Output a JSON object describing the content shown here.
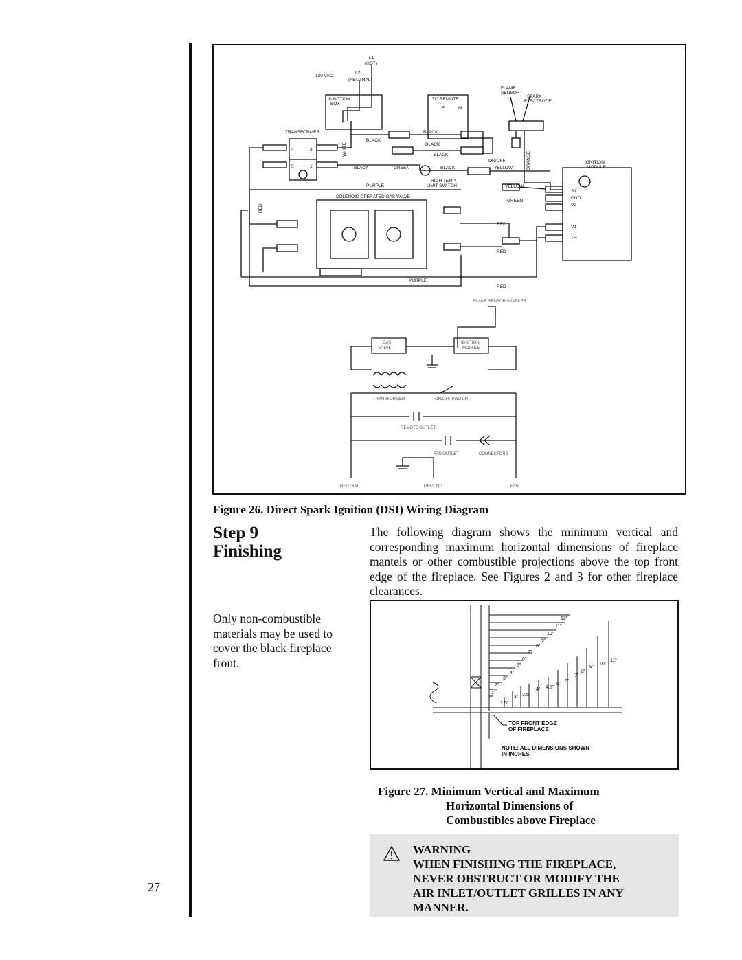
{
  "page_number": "27",
  "figure26": {
    "caption": "Figure 26. Direct Spark Ignition (DSI) Wiring Diagram",
    "labels": {
      "l1": "L1",
      "hot": "(HOT)",
      "vac": "120 VAC",
      "l2": "L2",
      "neutral": "(NEUTRAL)",
      "junction_box": "JUNCTION",
      "junction_box2": "BOX",
      "to_remote": "TO REMOTE",
      "f": "F",
      "m": "M",
      "flame_sensor": "FLAME",
      "flame_sensor2": "SENSOR",
      "spark_electrode": "SPARK",
      "spark_electrode2": "ELECTRODE",
      "transformer": "TRANSFORMER",
      "black": "BLACK",
      "white": "WHITE",
      "on_off": "ON/OFF",
      "yellow": "YELLOW",
      "orange": "ORANGE",
      "ignition_module": "IGNITION",
      "ignition_module2": "MODULE",
      "green": "GREEN",
      "high_temp": "HIGH TEMP",
      "limit_switch": "LIMIT SWITCH",
      "purple": "PURPLE",
      "red": "RED",
      "solenoid": "SOLENOID OPERATED GAS VALVE",
      "s1": "S1",
      "gnd": "GND",
      "v2": "V2",
      "v1": "V1",
      "th": "TH",
      "n4": "4",
      "n3": "3",
      "n5": "5",
      "n1": "1"
    },
    "schematic": {
      "flame_sensor_sparker": "FLAME SENSOR/SPARKER",
      "gas_valve": "GAS",
      "gas_valve2": "VALVE",
      "ignition": "IGNITION",
      "module": "MODULE",
      "transformer": "TRANSFORMER",
      "on_off_switch": "ON/OFF SWITCH",
      "remote_outlet": "REMOTE OUTLET",
      "fan_outlet": "FAN OUTLET",
      "connectors": "CONNECTORS",
      "neutral": "NEUTRAL",
      "ground": "GROUND",
      "hot": "HOT"
    }
  },
  "step": {
    "title_line1": "Step 9",
    "title_line2": "Finishing",
    "intro": "The following diagram shows the minimum vertical and corresponding maximum horizontal dimensions of fireplace mantels or other combustible projections above the top front edge of the fireplace. See Figures 2 and 3 for other fireplace clearances.",
    "note": "Only non-combustible materials may be used to cover the black fireplace front."
  },
  "figure27": {
    "caption_line1": "Figure 27. Minimum Vertical and Maximum",
    "caption_line2": "Horizontal Dimensions of",
    "caption_line3": "Combustibles above Fireplace",
    "horizontal_dims": [
      "12\"",
      "11\"",
      "10\"",
      "9\"",
      "8\"",
      "7\"",
      "6\"",
      "5\"",
      "4\"",
      "3\"",
      "2\"",
      "1\""
    ],
    "vertical_dims": [
      "1.5\"",
      "3\"",
      "3.5\"",
      "4\"",
      "4.5\"",
      "5\"",
      "6\"",
      "7\"",
      "8\"",
      "9\"",
      "10\"",
      "11\""
    ],
    "top_front_edge_line1": "TOP FRONT EDGE",
    "top_front_edge_line2": "OF FIREPLACE",
    "note_line1": "NOTE: ALL DIMENSIONS SHOWN",
    "note_line2": "IN INCHES."
  },
  "warning": {
    "heading": "WARNING",
    "line1": "WHEN FINISHING THE FIREPLACE,",
    "line2": "NEVER OBSTRUCT OR MODIFY THE",
    "line3": "AIR INLET/OUTLET GRILLES IN ANY",
    "line4": "MANNER."
  }
}
